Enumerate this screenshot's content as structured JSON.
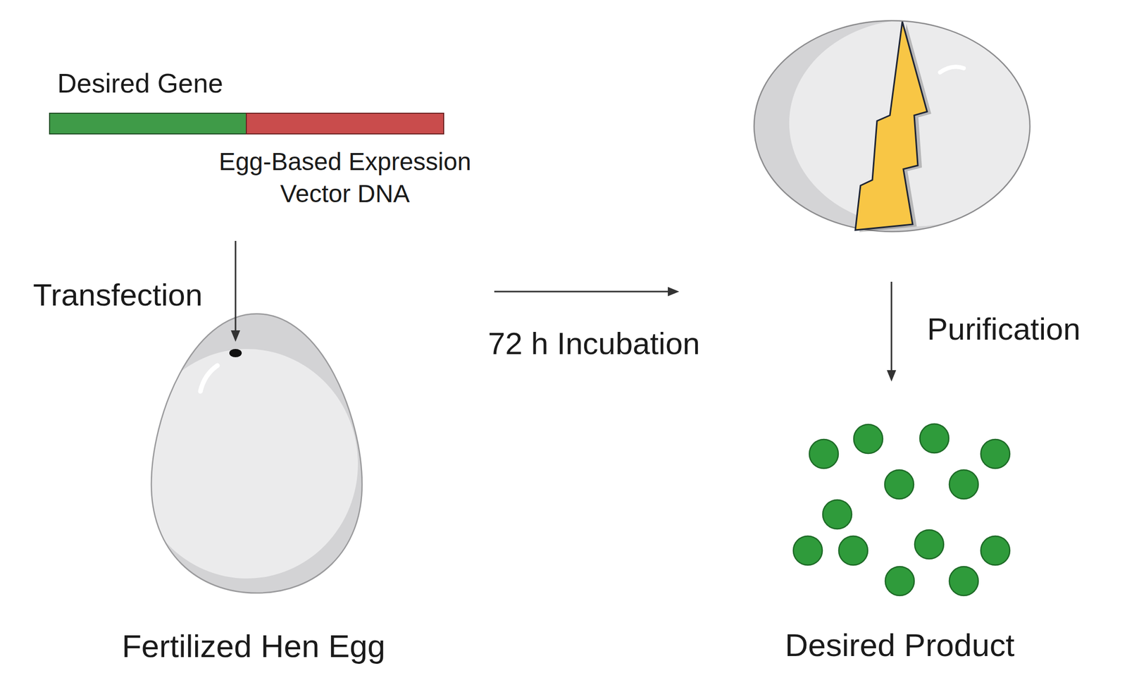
{
  "diagram": {
    "nodes": [
      {
        "text": [
          "Desired Gene",
          "Egg-Based Expression Vector DNA"
        ]
      },
      {
        "text": [
          "Fertilized Hen Egg"
        ]
      },
      {
        "text": []
      },
      {
        "text": [
          "Desired Product"
        ]
      }
    ],
    "edges": [
      {
        "from": 0,
        "to": 1,
        "arrow": "to",
        "label": "Transfection"
      },
      {
        "from": 1,
        "to": 2,
        "arrow": "to",
        "label": "72 h Incubation"
      },
      {
        "from": 2,
        "to": 3,
        "arrow": "to",
        "label": "Purification"
      }
    ]
  }
}
